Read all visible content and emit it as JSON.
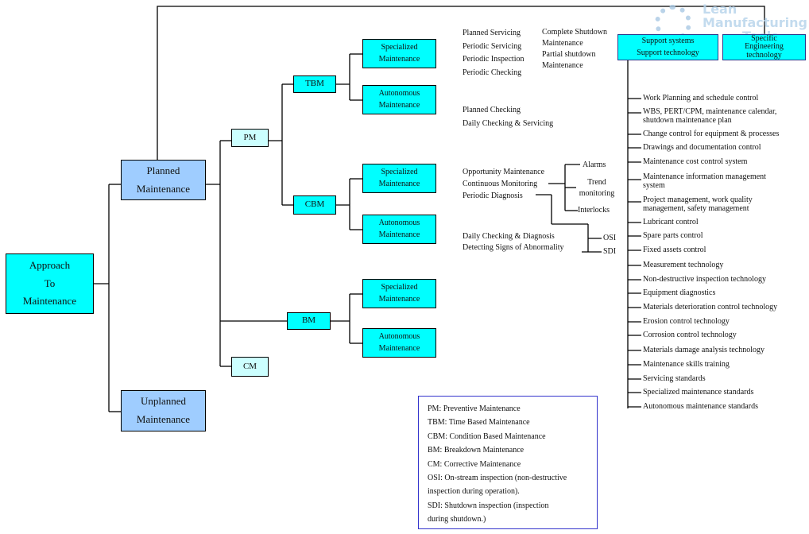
{
  "nodes": {
    "approach": [
      "Approach",
      "To",
      "Maintenance"
    ],
    "planned": [
      "Planned",
      "Maintenance"
    ],
    "unplanned": [
      "Unplanned",
      "Maintenance"
    ],
    "pm": "PM",
    "cm": "CM",
    "tbm": "TBM",
    "cbm": "CBM",
    "bm": "BM",
    "specialized": [
      "Specialized",
      "Maintenance"
    ],
    "autonomous": [
      "Autonomous",
      "Maintenance"
    ],
    "support": [
      "Support systems",
      "Support technology"
    ],
    "specific": [
      "Specific",
      "Engineering",
      "technology"
    ]
  },
  "tbm_notes": {
    "left": [
      "Planned Servicing",
      "Periodic Servicing",
      "Periodic Inspection",
      "Periodic Checking"
    ],
    "right": [
      "Complete Shutdown",
      "Maintenance",
      "Partial shutdown",
      "Maintenance"
    ],
    "autonomous": [
      "Planned Checking",
      "Daily Checking & Servicing"
    ]
  },
  "cbm_notes": {
    "specialized": [
      "Opportunity Maintenance",
      "Continuous Monitoring",
      "Periodic Diagnosis"
    ],
    "monitoring": [
      "Alarms",
      "Trend",
      "monitoring",
      "Interlocks"
    ],
    "autonomous": [
      "Daily Checking & Diagnosis",
      "Detecting Signs of Abnormality"
    ],
    "inspection": [
      "OSI",
      "SDI"
    ]
  },
  "support_list": [
    [
      "Work Planning and schedule control"
    ],
    [
      "WBS, PERT/CPM, maintenance calendar,",
      "shutdown maintenance plan"
    ],
    [
      "Change control for equipment & processes"
    ],
    [
      "Drawings and documentation control"
    ],
    [
      "Maintenance cost control system"
    ],
    [
      "Maintenance information management",
      "system"
    ],
    [
      "Project management, work quality",
      "management, safety management"
    ],
    [
      "Lubricant control"
    ],
    [
      "Spare parts control"
    ],
    [
      "Fixed assets control"
    ],
    [
      "Measurement technology"
    ],
    [
      "Non-destructive inspection technology"
    ],
    [
      "Equipment diagnostics"
    ],
    [
      "Materials deterioration control technology"
    ],
    [
      "Erosion control technology"
    ],
    [
      "Corrosion control technology"
    ],
    [
      "Materials damage analysis technology"
    ],
    [
      "Maintenance skills training"
    ],
    [
      "Servicing standards"
    ],
    [
      "Specialized maintenance standards"
    ],
    [
      "Autonomous maintenance standards"
    ]
  ],
  "legend": [
    "PM:  Preventive Maintenance",
    "TBM: Time Based Maintenance",
    "CBM: Condition Based Maintenance",
    "BM:  Breakdown Maintenance",
    "CM:  Corrective Maintenance",
    "OSI:  On-stream inspection (non-destructive",
    " inspection during operation).",
    "SDI:  Shutdown inspection (inspection",
    "during shutdown.)"
  ],
  "watermark": [
    "Lean",
    "Manufacturing",
    "Tools"
  ],
  "colors": {
    "cyan": "#00ffff",
    "light_blue": "#9fcdff",
    "pale_cyan": "#ccffff",
    "legend_border": "#3333cc"
  }
}
